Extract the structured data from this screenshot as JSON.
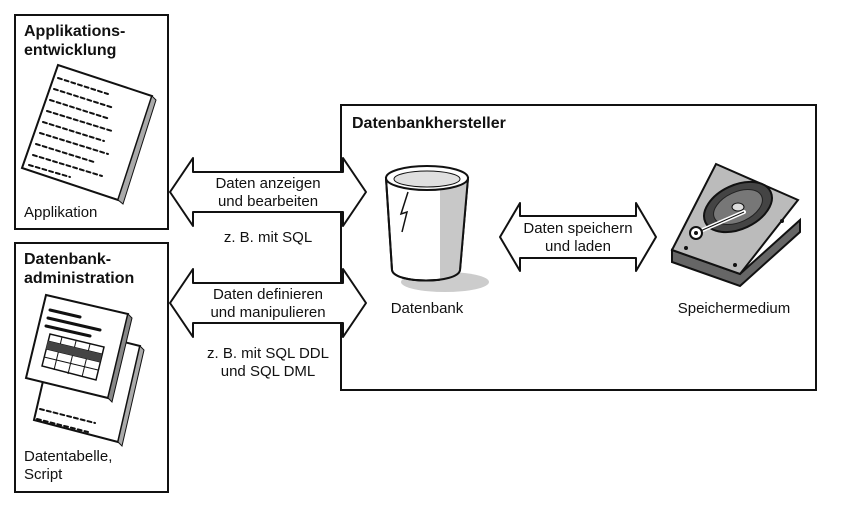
{
  "applikation_box": {
    "title": "Applikations-\nentwicklung",
    "caption": "Applikation"
  },
  "admin_box": {
    "title": "Datenbank-\nadministration",
    "caption": "Datentabelle,\nScript"
  },
  "hersteller_box": {
    "title": "Datenbankhersteller",
    "database_label": "Datenbank",
    "storage_label": "Speichermedium"
  },
  "arrows": {
    "top": {
      "text": "Daten anzeigen\nund bearbeiten",
      "note": "z. B. mit SQL"
    },
    "bottom": {
      "text": "Daten definieren\nund manipulieren",
      "note": "z. B. mit SQL DDL\nund SQL DML"
    },
    "storage": {
      "text": "Daten speichern\nund laden"
    }
  }
}
